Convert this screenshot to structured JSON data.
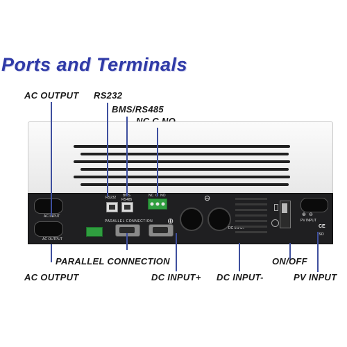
{
  "title": "Ports and Terminals",
  "labels": {
    "ac_output_top": "AC OUTPUT",
    "rs232": "RS232",
    "bms_rs485": "BMS/RS485",
    "nc_c_no": "NC C NO",
    "parallel_connection": "PARALLEL CONNECTION",
    "ac_output_bottom": "AC OUTPUT",
    "dc_input_plus": "DC INPUT+",
    "dc_input_minus": "DC INPUT-",
    "on_off": "ON/OFF",
    "pv_input": "PV INPUT"
  },
  "panel_text": {
    "ac_input": "AC INPUT",
    "ac_output": "AC OUTPUT",
    "rs232": "RS232",
    "bms": "BMS",
    "rs485": "RS485",
    "nc": "NC",
    "c": "C",
    "no": "NO",
    "parallel": "PARALLEL  CONNECTION",
    "dc_input": "DC INPUT",
    "pv_input": "PV INPUT",
    "plus": "⊕",
    "minus": "⊖",
    "ce": "CE",
    "iso": "ISO"
  }
}
